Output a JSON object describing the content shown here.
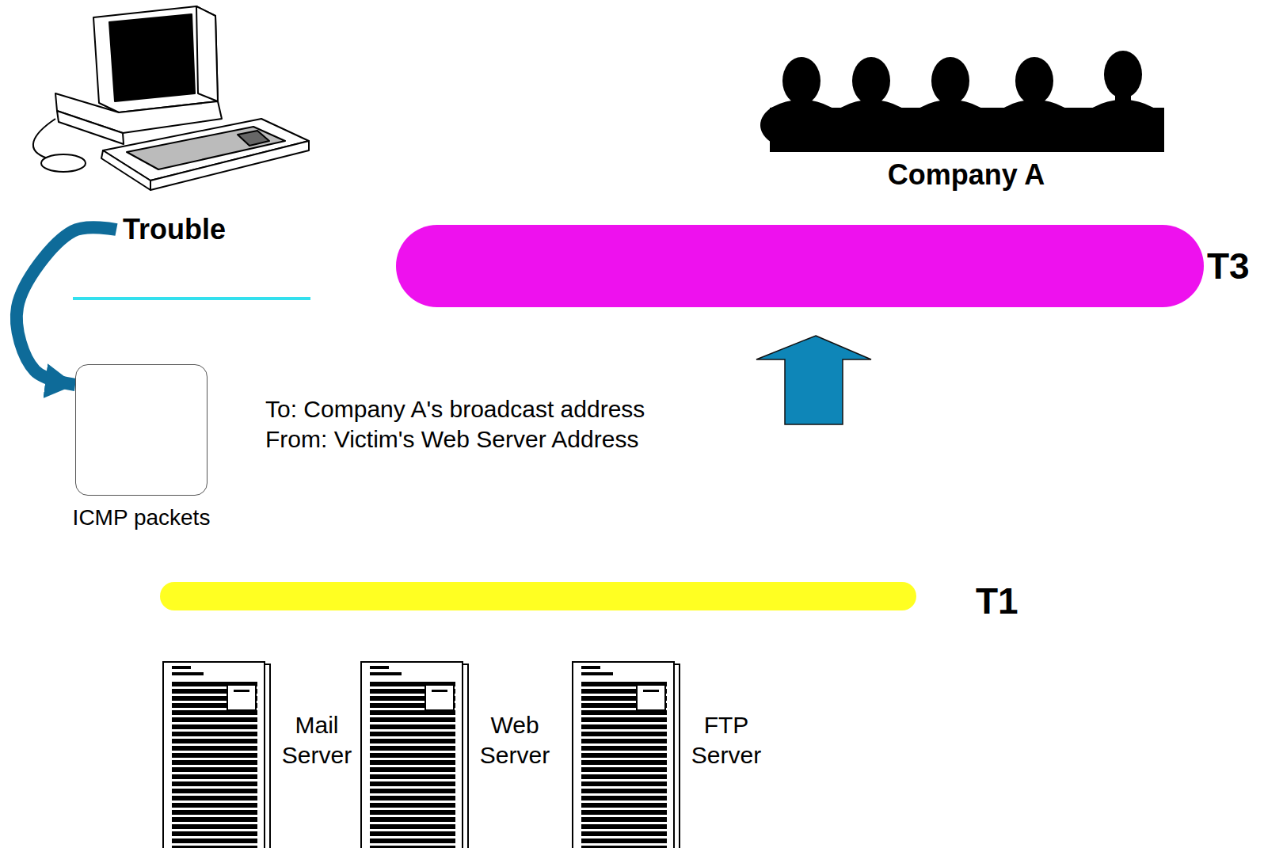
{
  "diagram": {
    "nodes": [
      {
        "text": [
          "Trouble"
        ]
      },
      {
        "text": [
          "Company A"
        ]
      },
      {
        "text": [
          "T3"
        ]
      },
      {
        "text": [
          "ICMP packets"
        ]
      },
      {
        "text": [
          "T1"
        ]
      },
      {
        "text": [
          "Mail Server"
        ]
      },
      {
        "text": [
          "Web Server"
        ]
      },
      {
        "text": [
          "FTP Server"
        ]
      }
    ],
    "edges": [
      {
        "from": 0,
        "to": 3,
        "arrow": "to"
      }
    ],
    "labels": [
      "To:  Company A's broadcast address",
      "From:  Victim's Web Server Address"
    ]
  }
}
